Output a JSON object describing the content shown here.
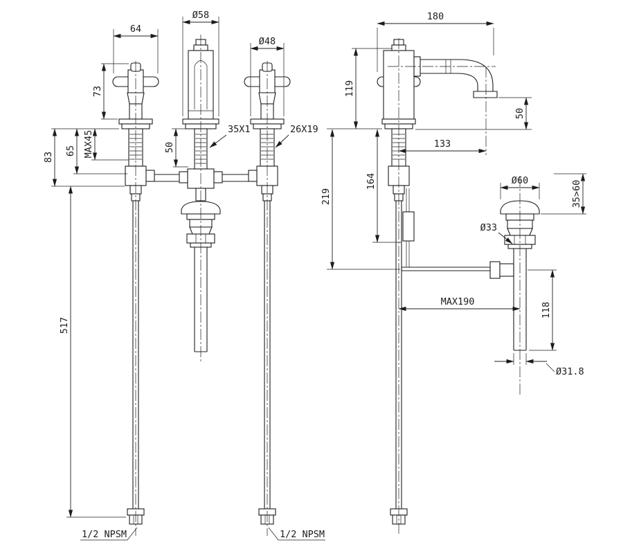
{
  "drawing": {
    "title": "faucet-installation-dimensions",
    "colors": {
      "line": "#1c1c1c",
      "background": "#ffffff"
    },
    "front": {
      "dim_64": "64",
      "dim_d58": "Ø58",
      "dim_d48": "Ø48",
      "dim_73": "73",
      "dim_83": "83",
      "dim_65": "65",
      "dim_max45": "MAX45",
      "dim_50": "50",
      "thread_35x1": "35X1",
      "thread_26x19": "26X19",
      "dim_517": "517",
      "npsm_left": "1/2 NPSM",
      "npsm_right": "1/2 NPSM"
    },
    "side": {
      "dim_180": "180",
      "dim_119": "119",
      "dim_50": "50",
      "dim_133": "133",
      "dim_164": "164",
      "dim_219": "219",
      "dim_d60": "Ø60",
      "range_35_60": "35>60",
      "dim_d33": "Ø33",
      "dim_max190": "MAX190",
      "dim_118": "118",
      "dim_d31_8": "Ø31.8"
    }
  }
}
